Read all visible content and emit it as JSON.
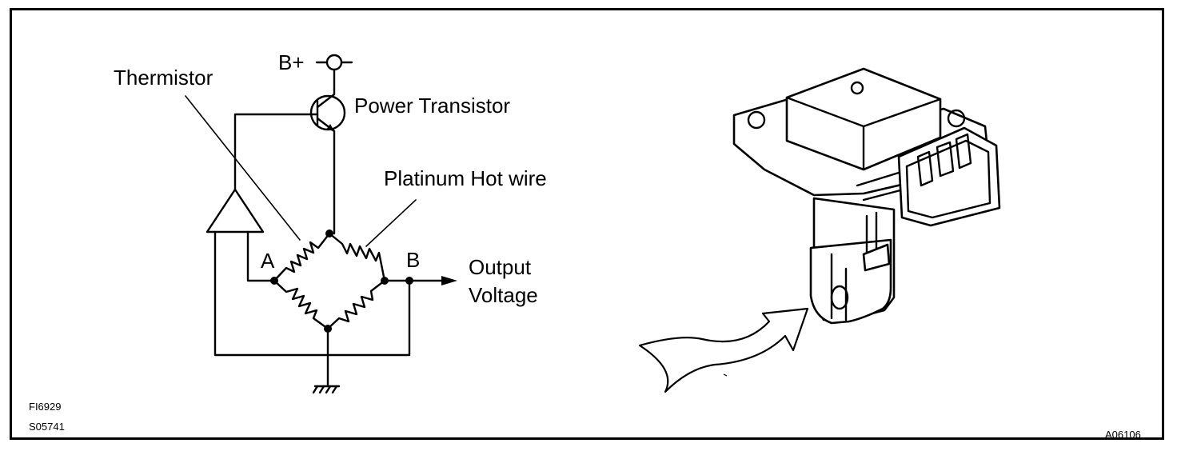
{
  "circuit": {
    "supply_label": "B+",
    "thermistor_label": "Thermistor",
    "transistor_label": "Power Transistor",
    "hot_wire_label": "Platinum Hot wire",
    "node_a_label": "A",
    "node_b_label": "B",
    "output_label_line1": "Output",
    "output_label_line2": "Voltage"
  },
  "codes": {
    "code_1": "FI6929",
    "code_2": "S05741",
    "code_3": "A06106"
  }
}
